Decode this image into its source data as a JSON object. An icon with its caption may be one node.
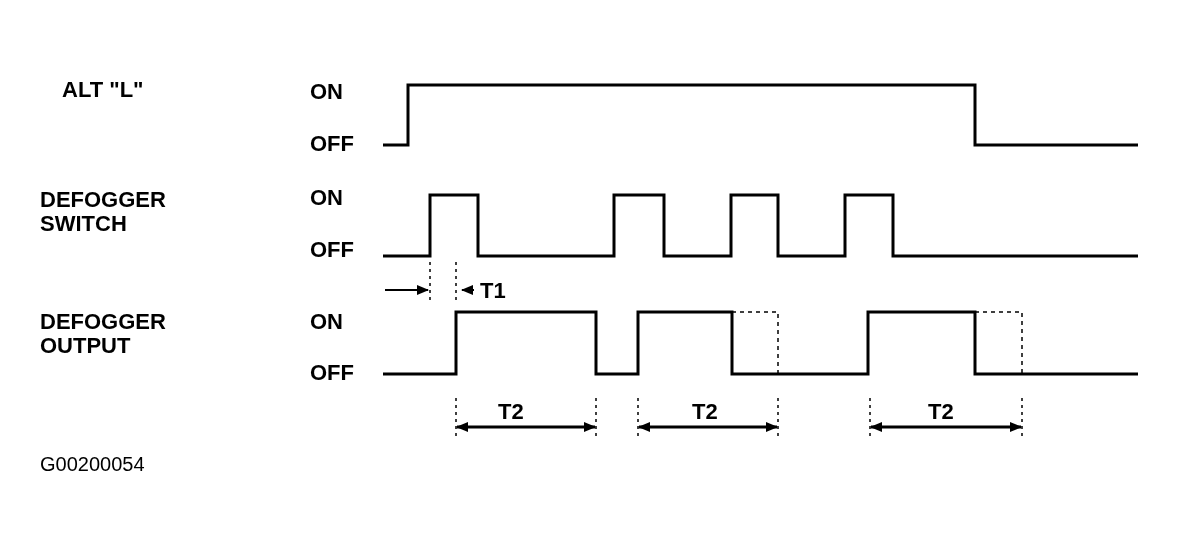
{
  "diagram": {
    "labels": [
      "ALT \"L\"",
      "ON",
      "OFF",
      "DEFOGGER SWITCH",
      "ON",
      "OFF",
      "T1",
      "DEFOGGER OUTPUT",
      "ON",
      "OFF",
      "T2",
      "T2",
      "T2",
      "G00200054"
    ]
  }
}
